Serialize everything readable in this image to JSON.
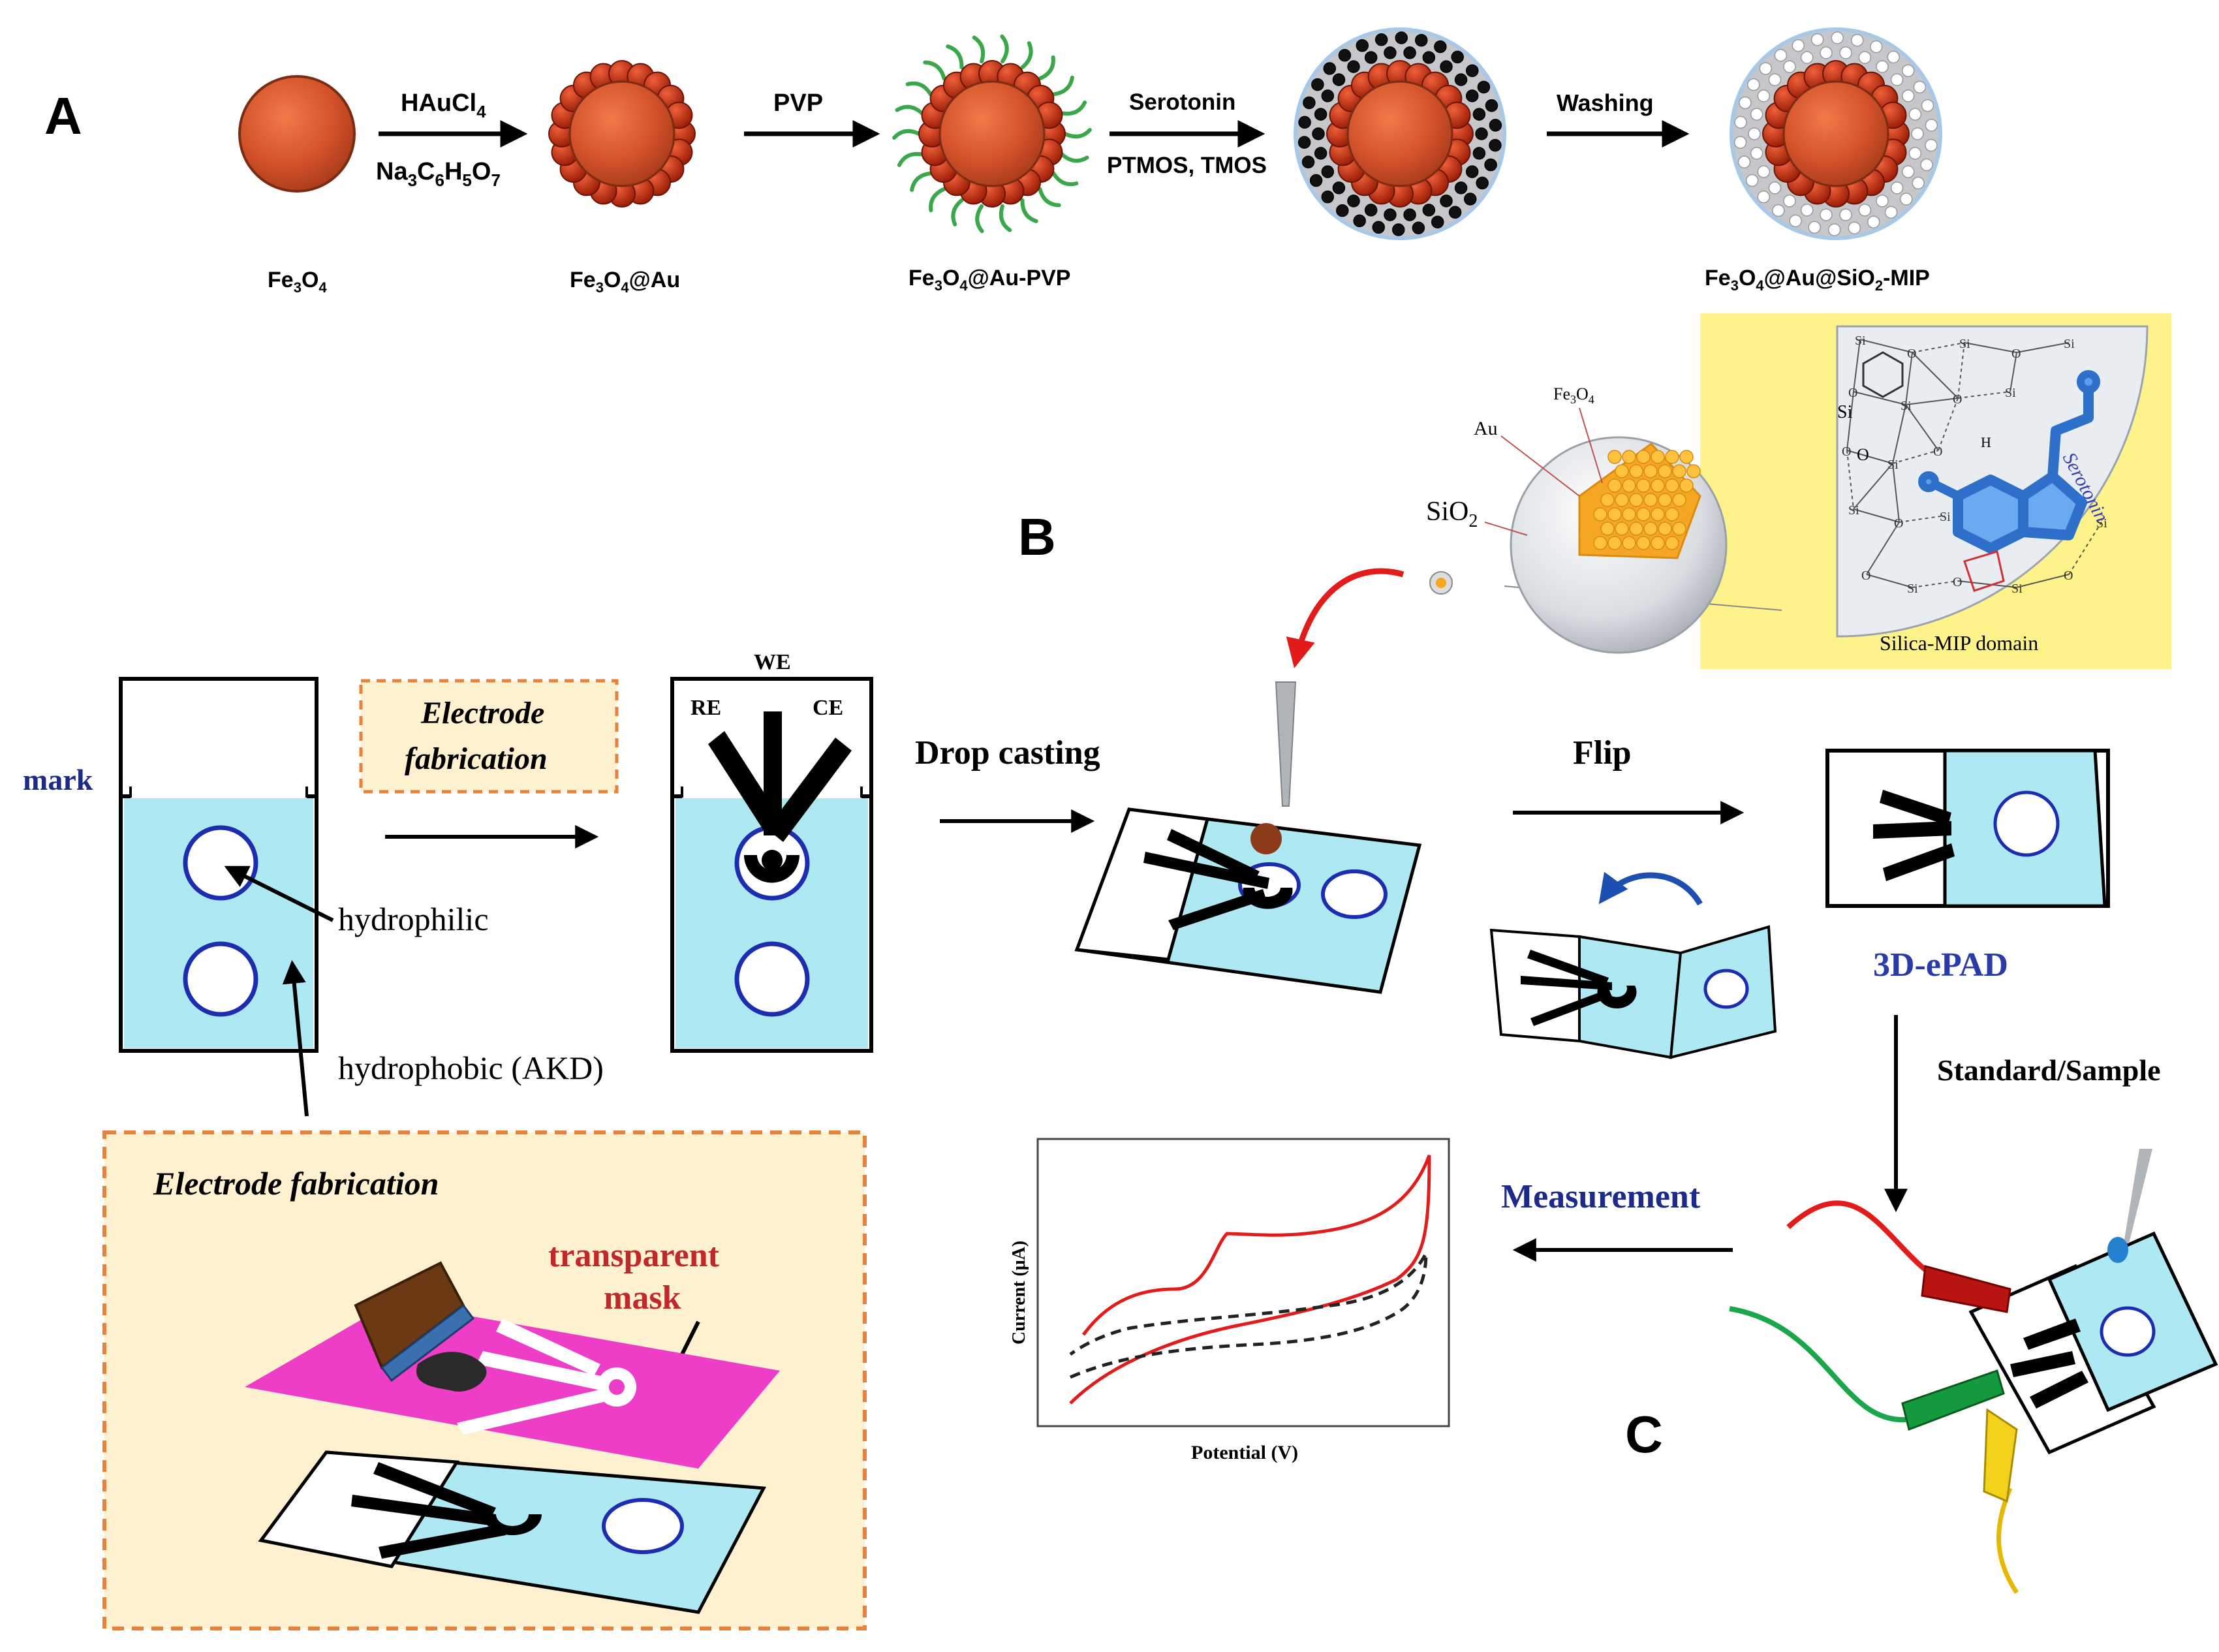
{
  "panel_labels": {
    "a": "A",
    "b": "B",
    "c": "C"
  },
  "synthesis": {
    "arrows": [
      {
        "top": "HAuCl",
        "top_sub": "4",
        "bottom": "Na",
        "bottom_sub1": "3",
        "bottom_mid1": "C",
        "bottom_sub2": "6",
        "bottom_mid2": "H",
        "bottom_sub3": "5",
        "bottom_mid3": "O",
        "bottom_sub4": "7"
      },
      {
        "top": "PVP"
      },
      {
        "top": "Serotonin",
        "bottom": "PTMOS, TMOS"
      },
      {
        "top": "Washing"
      }
    ],
    "products": [
      {
        "a": "Fe",
        "s1": "3",
        "b": "O",
        "s2": "4",
        "c": ""
      },
      {
        "a": "Fe",
        "s1": "3",
        "b": "O",
        "s2": "4",
        "c": "@Au"
      },
      {
        "a": "Fe",
        "s1": "3",
        "b": "O",
        "s2": "4",
        "c": "@Au-PVP"
      },
      {
        "a": "Fe",
        "s1": "3",
        "b": "O",
        "s2": "4",
        "c": "@Au@SiO",
        "s3": "2",
        "d": "-MIP"
      }
    ]
  },
  "inset": {
    "fe3o4": "Fe",
    "fe3o4_s1": "3",
    "fe3o4_o": "O",
    "fe3o4_s2": "4",
    "au": "Au",
    "sio2": "SiO",
    "sio2_sub": "2",
    "serotonin": "Serotonin",
    "domain": "Silica-MIP domain",
    "si_labels": [
      "Si",
      "O",
      "H"
    ]
  },
  "electrode": {
    "mark": "mark",
    "fab_box": [
      "Electrode",
      "fabrication"
    ],
    "hydrophilic": "hydrophilic",
    "hydrophobic": "hydrophobic (AKD)",
    "we": "WE",
    "re": "RE",
    "ce": "CE",
    "drop_casting": "Drop casting",
    "flip": "Flip",
    "epad": "3D-ePAD",
    "standard_sample": "Standard/Sample",
    "measurement": "Measurement",
    "fab_panel_title": "Electrode fabrication",
    "transparent_mask": [
      "transparent",
      "mask"
    ]
  },
  "cv_plot": {
    "xlabel": "Potential (V)",
    "ylabel": "Current (μA)"
  },
  "colors": {
    "core": "#d4522a",
    "au": "#c8300f",
    "pvp": "#3aa84a",
    "silica": "#b8b8b8",
    "channel": "#aee8f2",
    "ring": "#1c2db0",
    "blue_text": "#1c2b8a",
    "red_text": "#c0282a",
    "orange_dash": "#e8813a",
    "fab_bg": "#fdf1cf",
    "inset_bg": "#fdf38a",
    "mask": "#ee3ec8",
    "red_trace": "#e21b1b"
  }
}
